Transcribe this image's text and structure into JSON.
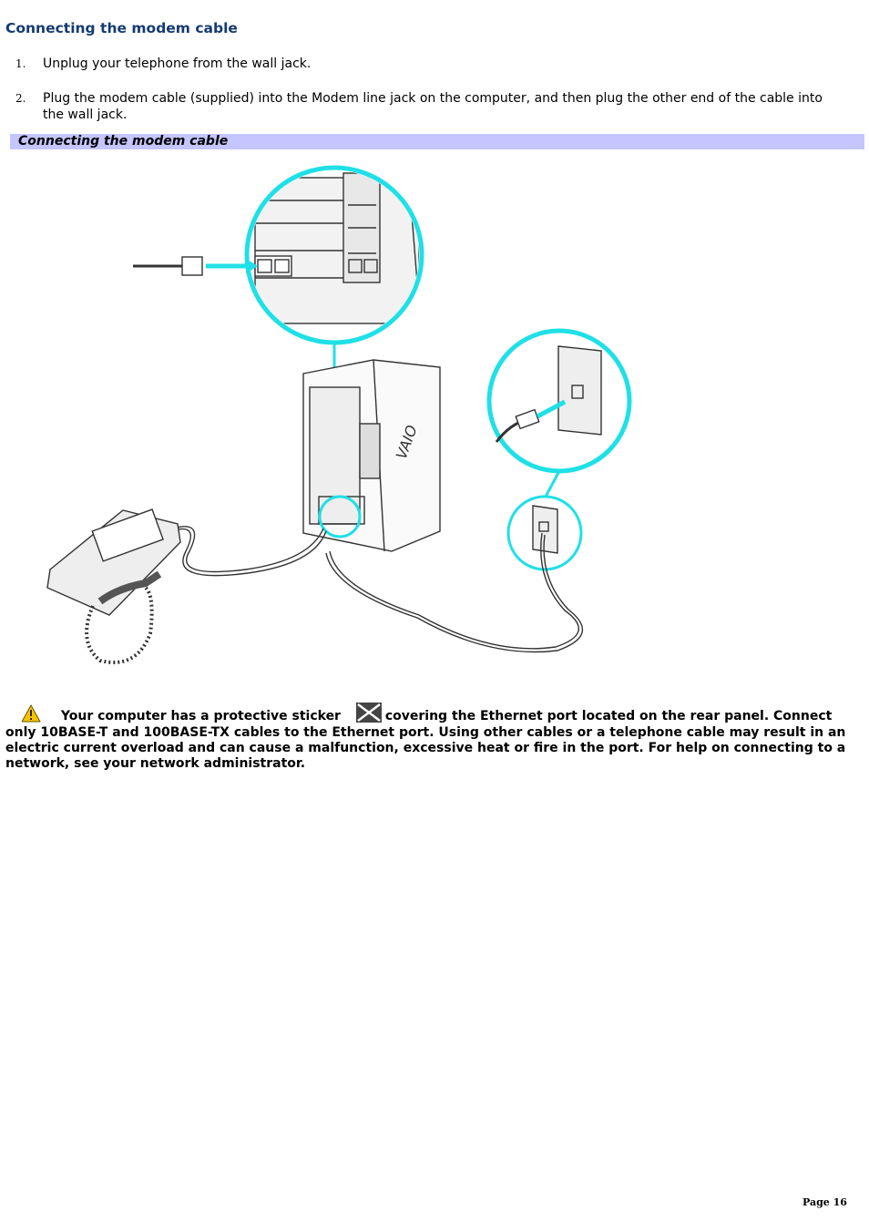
{
  "title": "Connecting the modem cable",
  "steps": [
    {
      "num": "1.",
      "text": "Unplug your telephone from the wall jack."
    },
    {
      "num": "2.",
      "text": "Plug the modem cable (supplied) into the Modem line jack on the computer, and then plug the other end of the cable into the wall jack."
    }
  ],
  "figure": {
    "caption": "Connecting the modem cable",
    "brand_label": "VAIO",
    "highlight_color": "#1fe0e6"
  },
  "warning": {
    "icon": "warning-triangle-icon",
    "sticker_icon": "ethernet-sticker-icon",
    "text_before": "Your computer has a protective sticker",
    "text_after": "covering the Ethernet port located on the rear panel. Connect only 10BASE-T and 100BASE-TX cables to the Ethernet port. Using other cables or a telephone cable may result in an electric current overload and can cause a malfunction, excessive heat or fire in the port. For help on connecting to a network, see your network administrator."
  },
  "footer": {
    "page": "Page 16"
  }
}
